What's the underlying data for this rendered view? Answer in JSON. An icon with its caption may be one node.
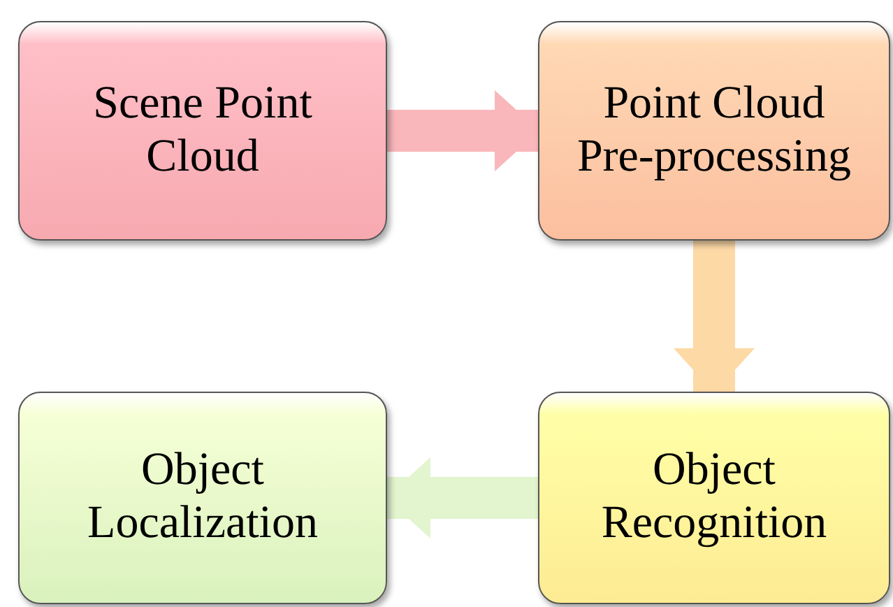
{
  "diagram": {
    "nodes": [
      {
        "text": [
          "Scene Point Cloud"
        ]
      },
      {
        "text": [
          "Point Cloud Pre-processing"
        ]
      },
      {
        "text": [
          "Object Recognition"
        ]
      },
      {
        "text": [
          "Object Localization"
        ]
      }
    ],
    "edges": [
      {
        "from": 0,
        "to": 1,
        "arrow": "to",
        "color": "#f9b7bb"
      },
      {
        "from": 1,
        "to": 2,
        "arrow": "to",
        "color": "#fdd9a6"
      },
      {
        "from": 2,
        "to": 3,
        "arrow": "to",
        "color": "#e2f5cf"
      }
    ]
  }
}
